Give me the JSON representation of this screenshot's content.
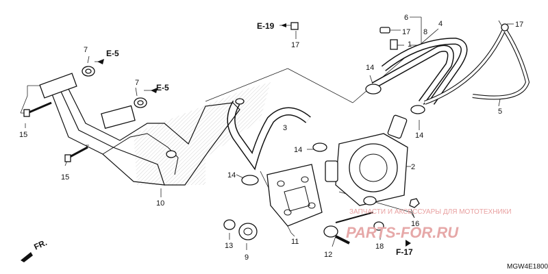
{
  "diagram": {
    "code": "MGW4E1800",
    "watermark": {
      "line1": "ЗАПЧАСТИ И АКСЕССУАРЫ ДЛЯ МОТОТЕХНИКИ",
      "line2": "PARTS-FOR.RU",
      "color": "#e6a8a8"
    },
    "refs": {
      "e19": "E-19",
      "e5a": "E-5",
      "e5b": "E-5",
      "f17": "F-17",
      "fr": "FR."
    },
    "labels": {
      "p1": "1",
      "p2": "2",
      "p3": "3",
      "p4": "4",
      "p5": "5",
      "p6": "6",
      "p7a": "7",
      "p7b": "7",
      "p8": "8",
      "p9": "9",
      "p10": "10",
      "p11": "11",
      "p12": "12",
      "p13": "13",
      "p14a": "14",
      "p14b": "14",
      "p14c": "14",
      "p14d": "14",
      "p15a": "15",
      "p15b": "15",
      "p16": "16",
      "p17a": "17",
      "p17b": "17",
      "p17c": "17",
      "p18": "18"
    }
  }
}
